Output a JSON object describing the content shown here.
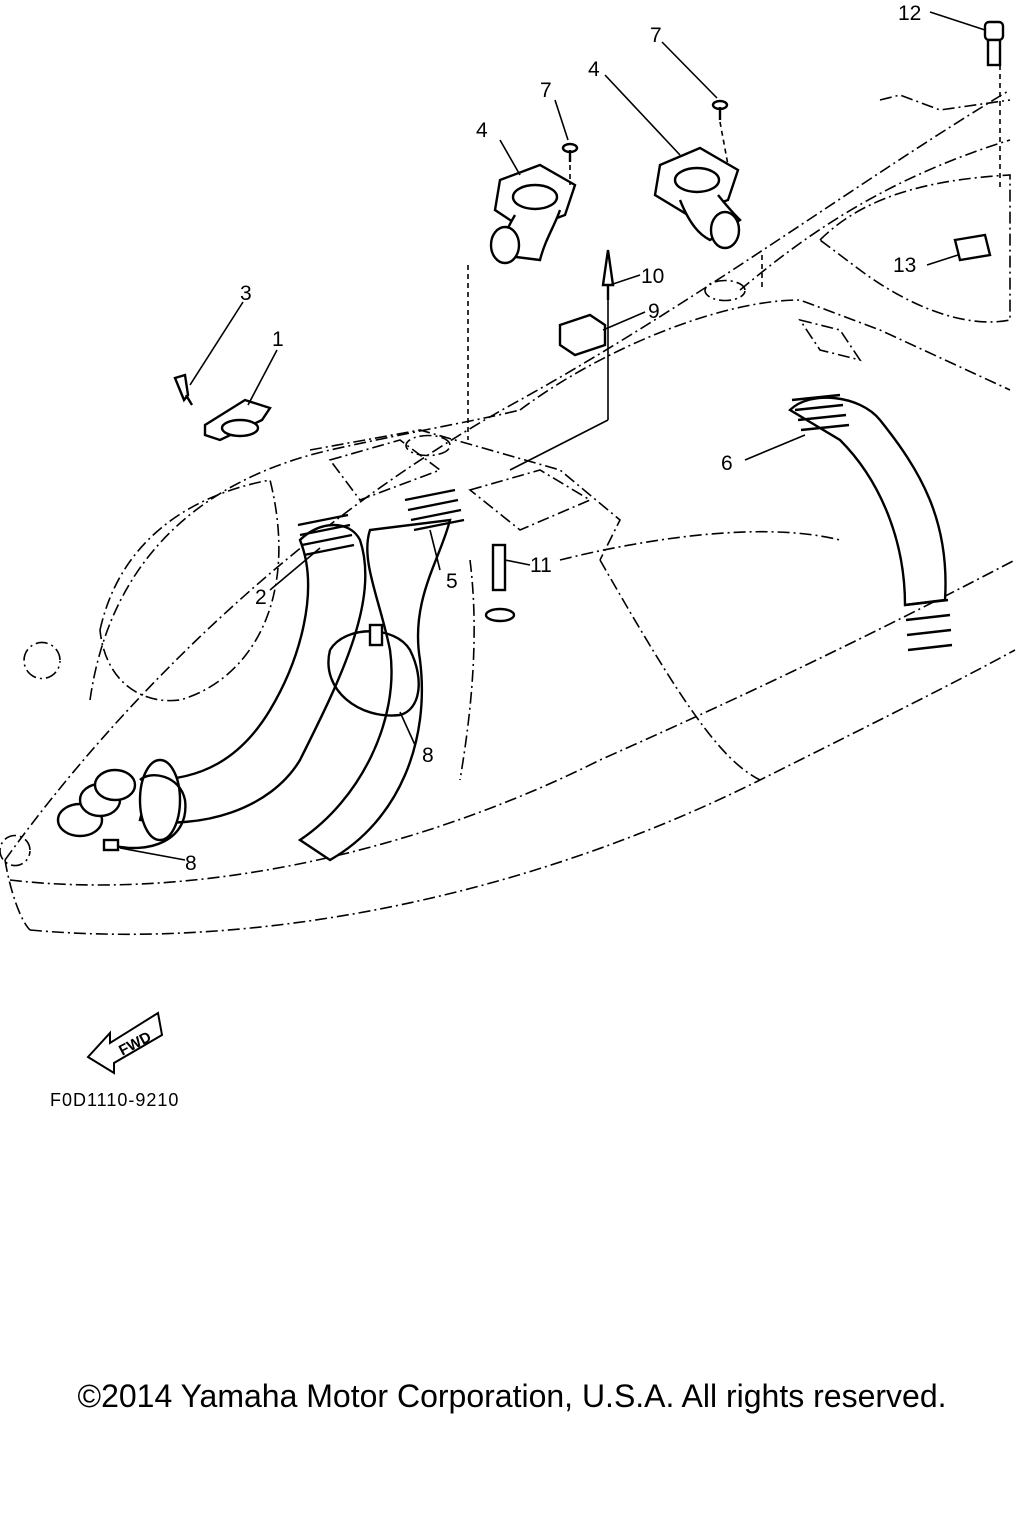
{
  "callouts": [
    {
      "id": "1",
      "label": "1"
    },
    {
      "id": "2",
      "label": "2"
    },
    {
      "id": "3",
      "label": "3"
    },
    {
      "id": "4a",
      "label": "4"
    },
    {
      "id": "4b",
      "label": "4"
    },
    {
      "id": "5",
      "label": "5"
    },
    {
      "id": "6",
      "label": "6"
    },
    {
      "id": "7a",
      "label": "7"
    },
    {
      "id": "7b",
      "label": "7"
    },
    {
      "id": "8a",
      "label": "8"
    },
    {
      "id": "8b",
      "label": "8"
    },
    {
      "id": "9",
      "label": "9"
    },
    {
      "id": "10",
      "label": "10"
    },
    {
      "id": "11",
      "label": "11"
    },
    {
      "id": "12",
      "label": "12"
    },
    {
      "id": "13",
      "label": "13"
    }
  ],
  "direction_label": "FWD",
  "figure_code": "F0D1110-9210",
  "copyright": "©2014 Yamaha Motor Corporation, U.S.A. All rights reserved."
}
